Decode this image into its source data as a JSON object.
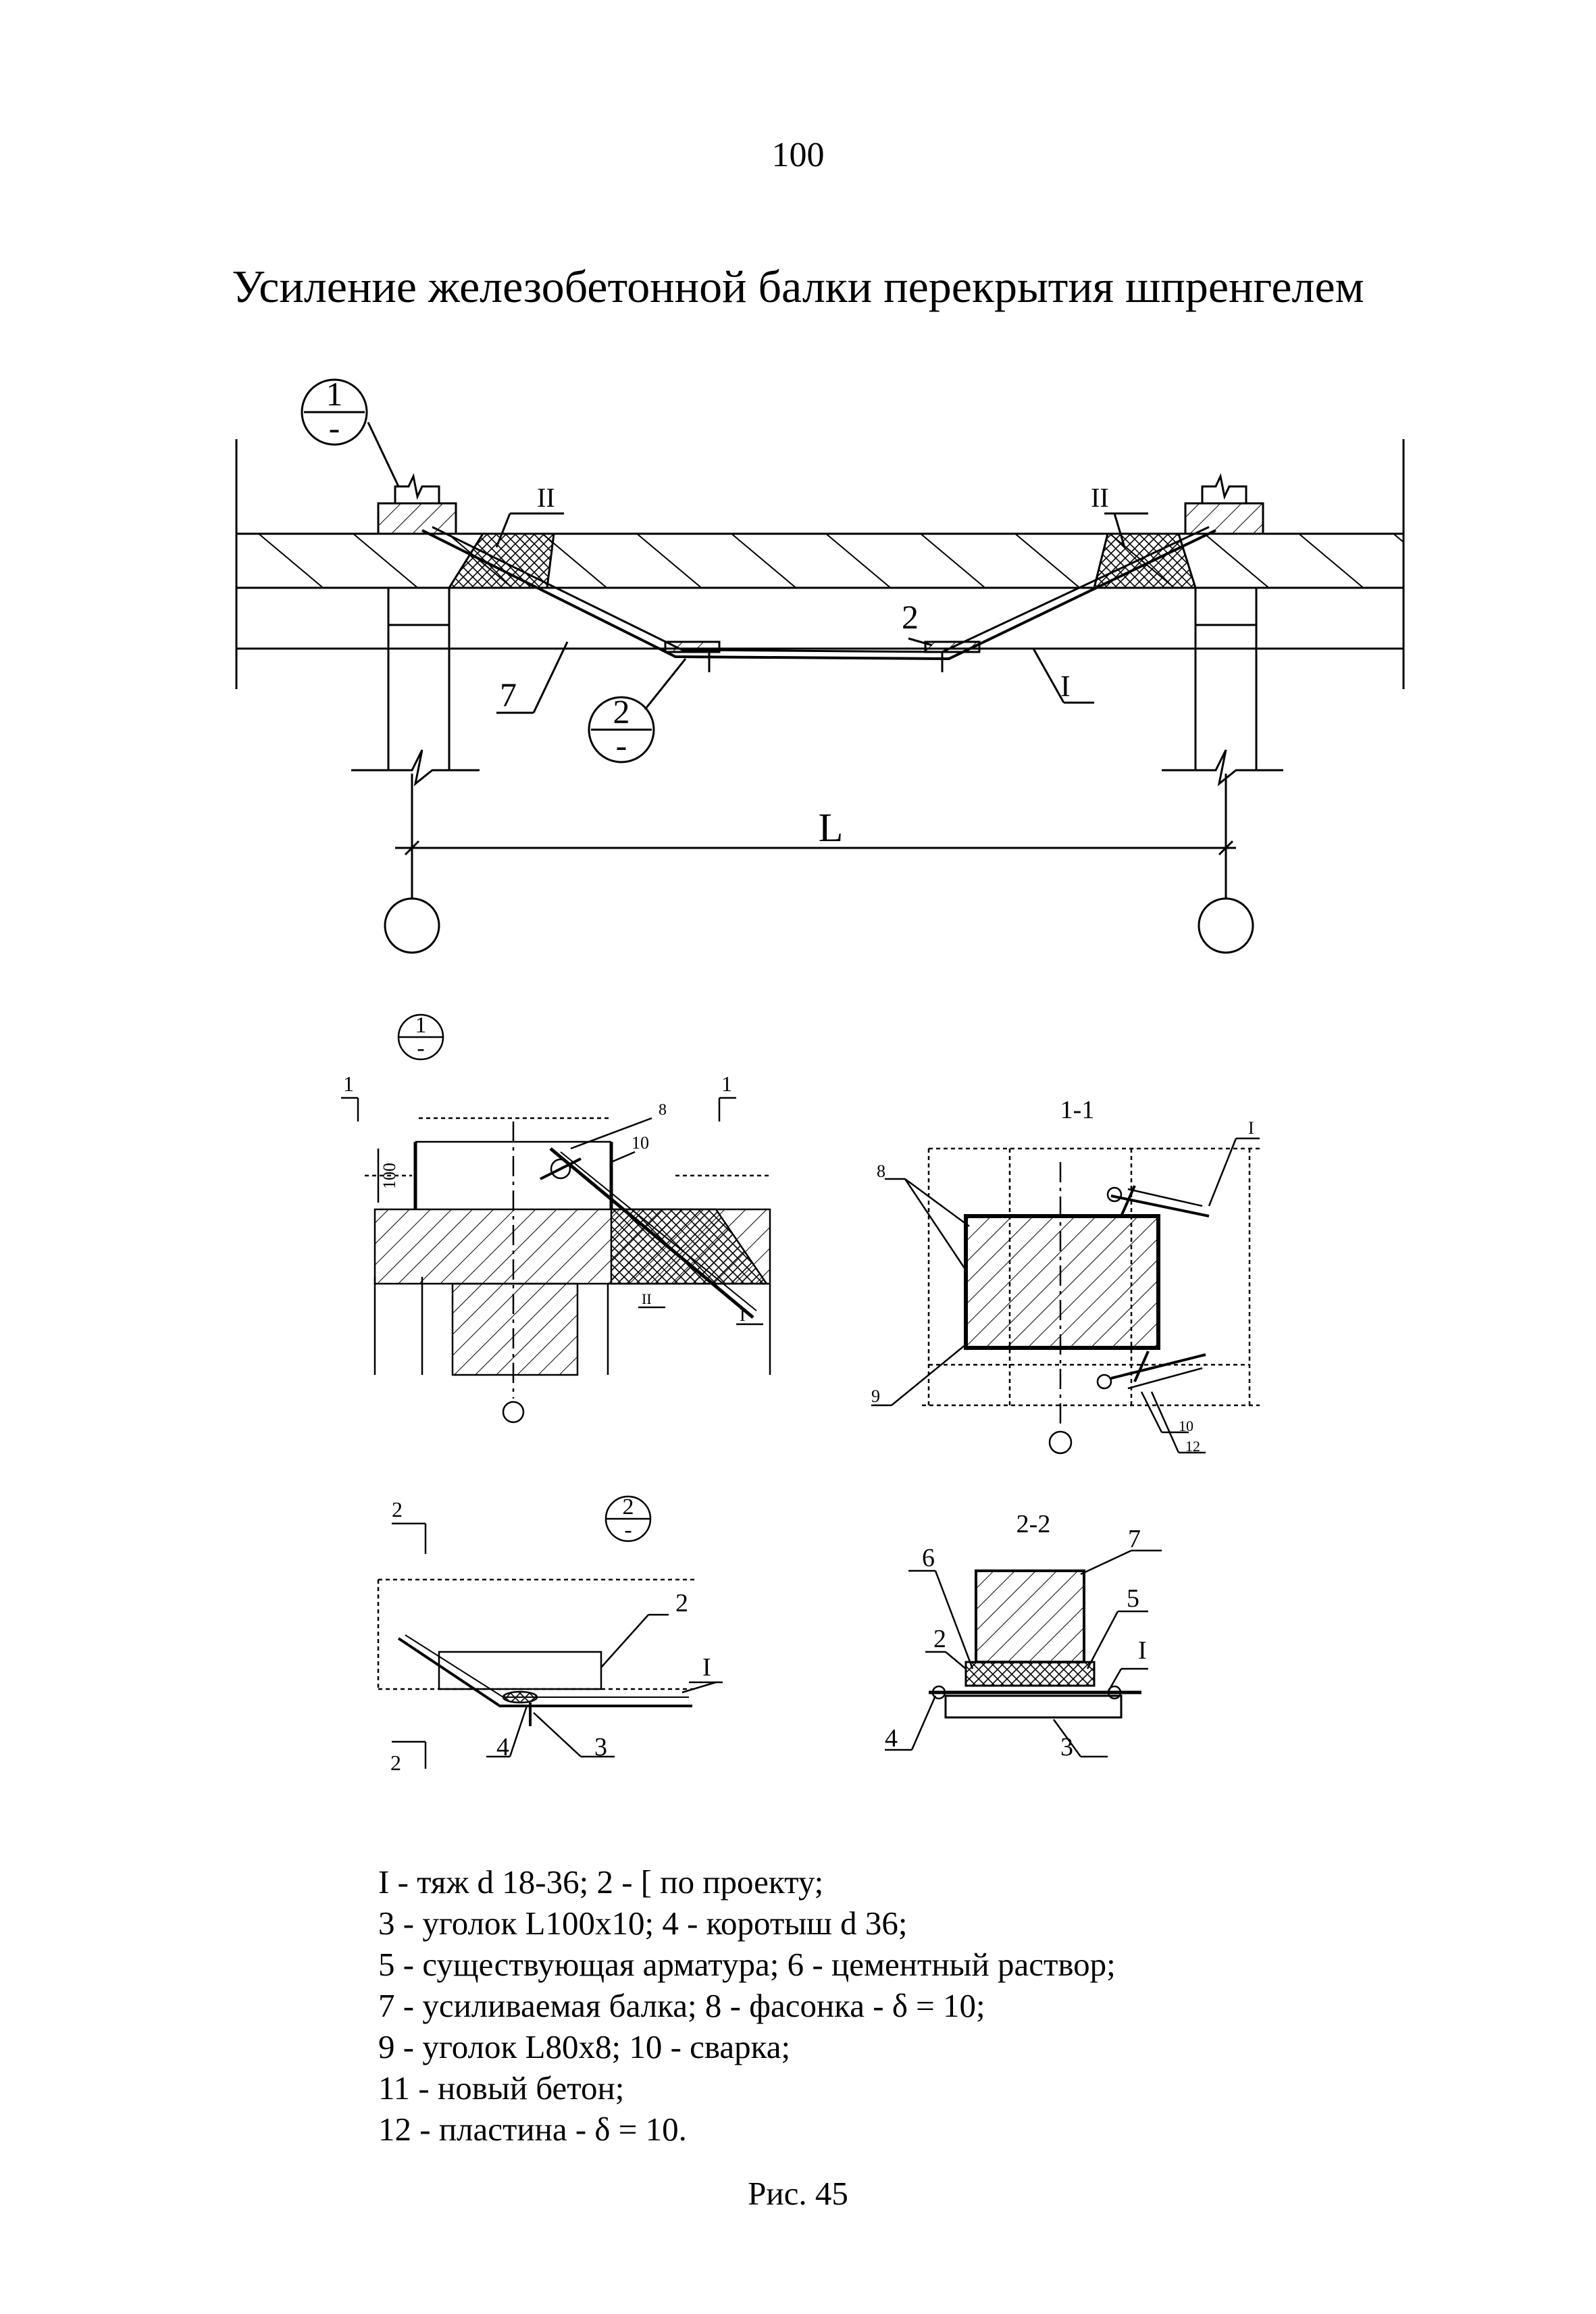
{
  "page_number": "100",
  "title": "Усиление железобетонной балки перекрытия шпренгелем",
  "main_view": {
    "callout_1_top": "1",
    "callout_1_bottom": "-",
    "callout_2_top": "2",
    "callout_2_bottom": "-",
    "label_II_left": "II",
    "label_II_right": "II",
    "label_2": "2",
    "label_7": "7",
    "label_I": "I",
    "dimension_L": "L"
  },
  "detail_1": {
    "callout_top": "1",
    "callout_bottom": "-",
    "cut_left": "1",
    "cut_right": "1",
    "dim_100": "100",
    "label_8": "8",
    "label_10": "10",
    "label_II": "II",
    "label_I": "I"
  },
  "section_1_1": {
    "title": "1-1",
    "label_8": "8",
    "label_I": "I",
    "label_9": "9",
    "label_10": "10",
    "label_12": "12"
  },
  "detail_2": {
    "callout_top": "2",
    "callout_bottom": "-",
    "cut_top": "2",
    "cut_bottom": "2",
    "label_2": "2",
    "label_I": "I",
    "label_4": "4",
    "label_3": "3"
  },
  "section_2_2": {
    "title": "2-2",
    "label_7": "7",
    "label_6": "6",
    "label_5": "5",
    "label_2": "2",
    "label_I": "I",
    "label_4": "4",
    "label_3": "3"
  },
  "legend": [
    "I - тяж d 18-36; 2 - [ по проекту;",
    "3 - уголок L100x10; 4 - коротыш d 36;",
    "5 - существующая арматура; 6 - цементный раствор;",
    "7 - усиливаемая балка; 8 - фасонка - δ = 10;",
    "9 - уголок L80x8; 10 - сварка;",
    "11 - новый бетон;",
    "12 - пластина - δ = 10."
  ],
  "caption": "Рис. 45"
}
